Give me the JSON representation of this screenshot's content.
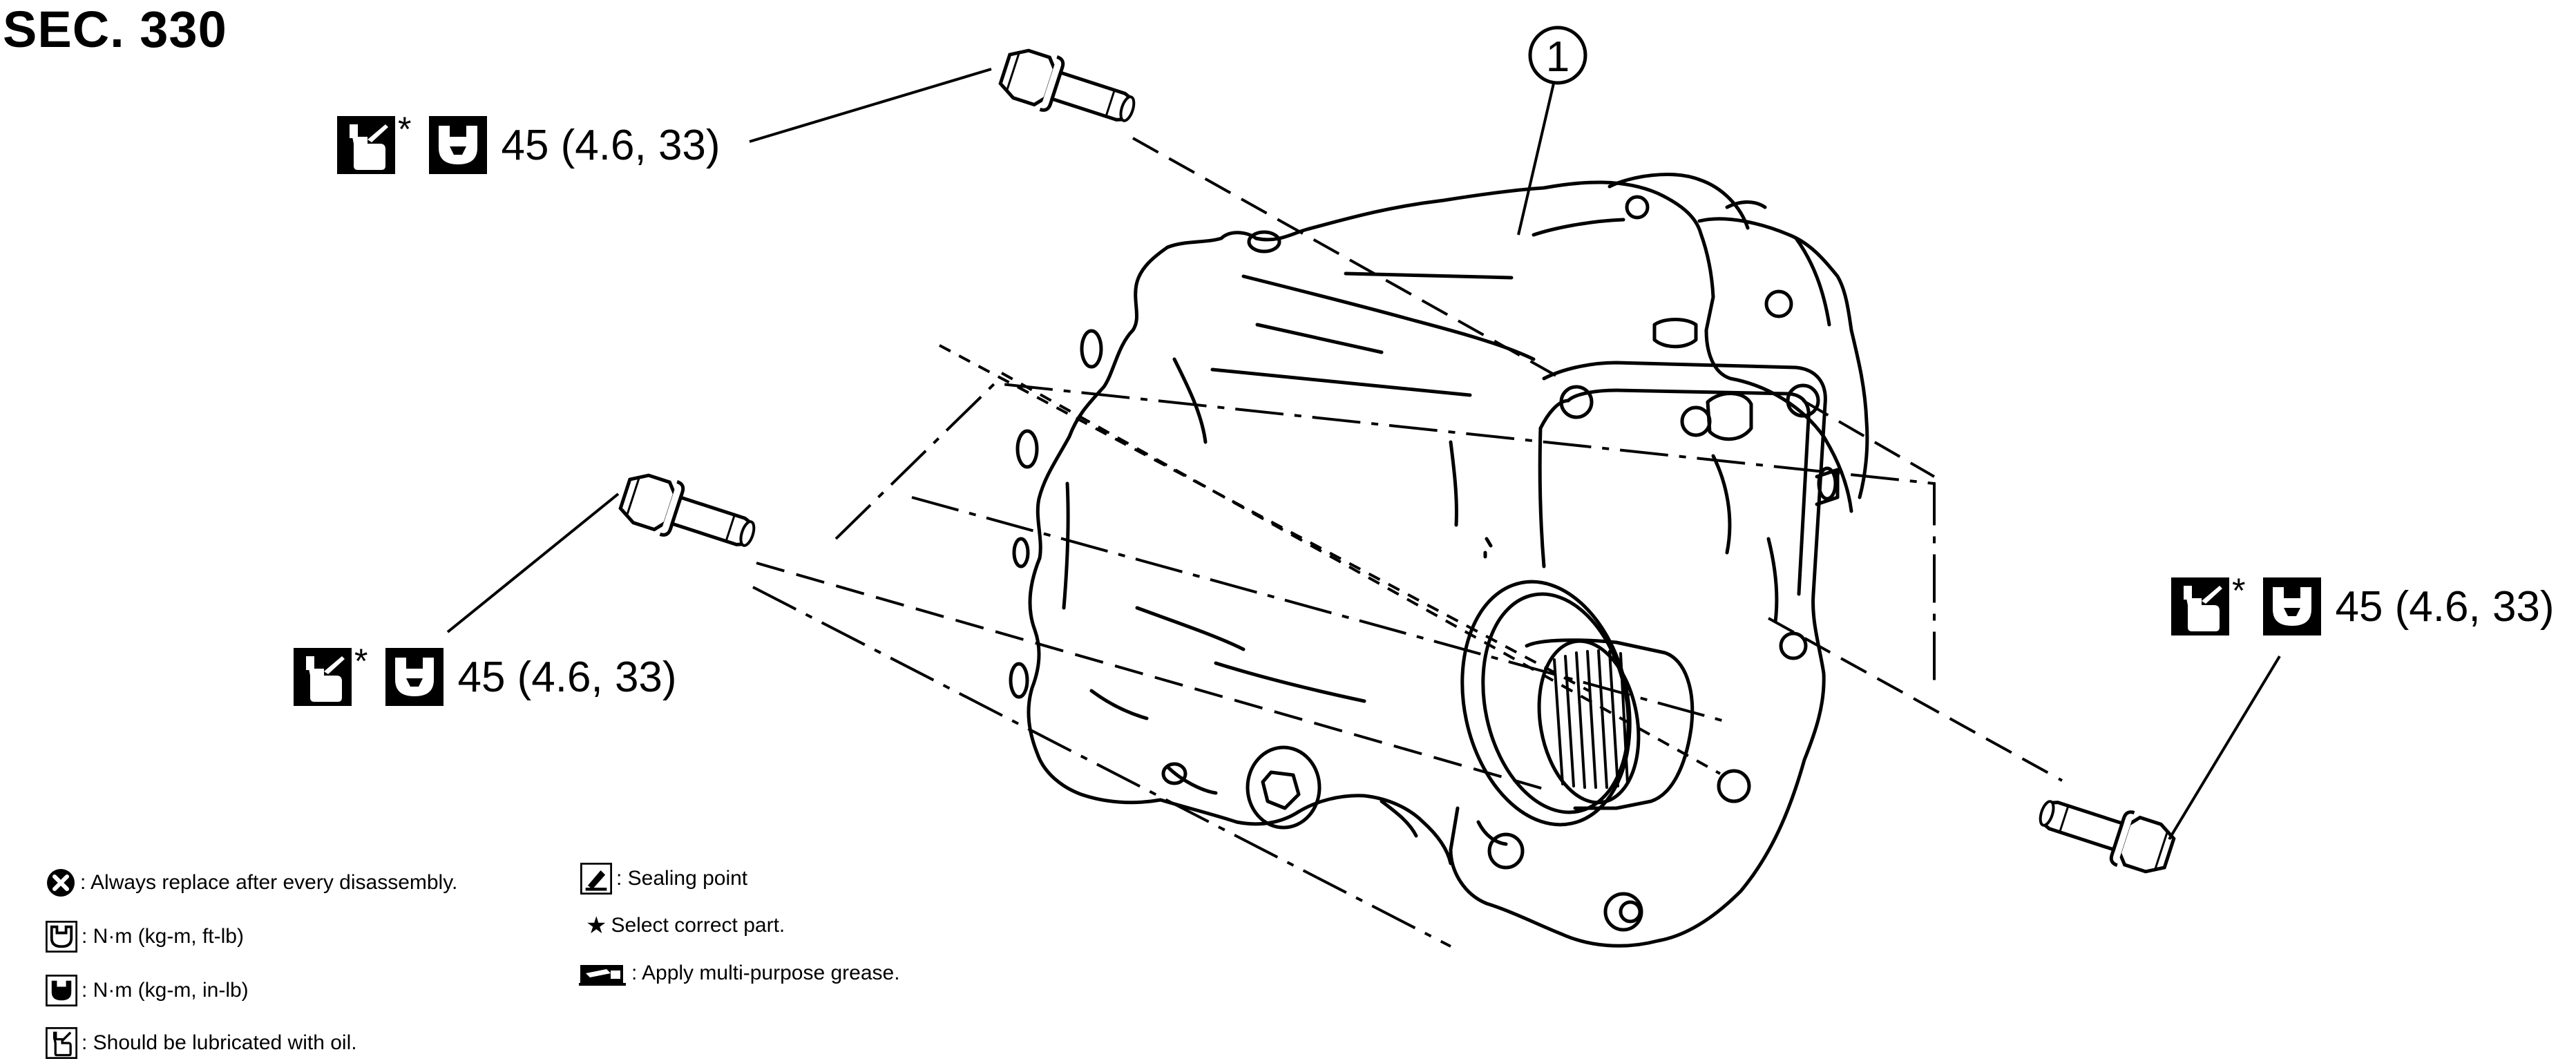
{
  "section": {
    "label": "SEC. 330"
  },
  "part_callout": "1",
  "torque_labels": [
    {
      "value": "45 (4.6, 33)",
      "star": "*",
      "icons": [
        "oil-can-icon",
        "torque-wrench-icon"
      ]
    },
    {
      "value": "45 (4.6, 33)",
      "star": "*",
      "icons": [
        "oil-can-icon",
        "torque-wrench-icon"
      ]
    },
    {
      "value": "45 (4.6, 33)",
      "star": "*",
      "icons": [
        "oil-can-icon",
        "torque-wrench-icon"
      ]
    }
  ],
  "legend": {
    "replace": {
      "icon": "replace-x-icon",
      "text": ": Always replace after every disassembly."
    },
    "torque_ft": {
      "icon": "torque-wrench-icon",
      "text": ": N·m (kg-m, ft-lb)"
    },
    "torque_in": {
      "icon": "torque-wrench-solid-icon",
      "text": ": N·m (kg-m, in-lb)"
    },
    "oil": {
      "icon": "oil-can-icon",
      "text": ": Should be lubricated with oil."
    },
    "sealing": {
      "icon": "sealing-point-icon",
      "text": ": Sealing point"
    },
    "select": {
      "icon": "star-icon",
      "glyph": "★",
      "text": "Select correct part."
    },
    "grease": {
      "icon": "grease-icon",
      "text": ": Apply multi-purpose grease."
    }
  }
}
